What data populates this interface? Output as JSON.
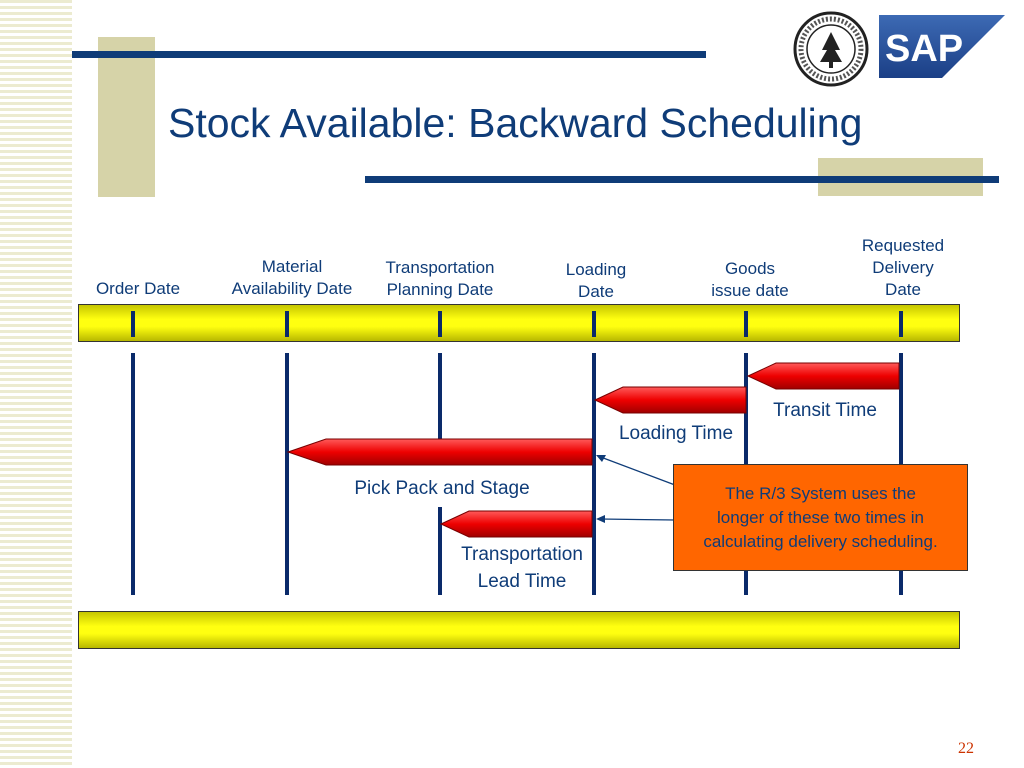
{
  "title": "Stock Available:  Backward Scheduling",
  "logos": {
    "university_seal": "university-seal",
    "sap_text": "SAP"
  },
  "milestones": [
    {
      "label": "Order Date"
    },
    {
      "label": "Material\nAvailability Date"
    },
    {
      "label": "Transportation\nPlanning Date"
    },
    {
      "label": "Loading\nDate"
    },
    {
      "label": "Goods\nissue date"
    },
    {
      "label": "Requested\nDelivery\nDate"
    }
  ],
  "durations": {
    "transit": "Transit Time",
    "loading": "Loading Time",
    "pick_pack": "Pick Pack and Stage",
    "transportation_lead": "Transportation\nLead Time"
  },
  "note": "The  R/3 System uses the\nlonger of these two times in\ncalculating delivery scheduling.",
  "page_number": "22",
  "colors": {
    "title": "#0f3c78",
    "arrow": "#ee0000",
    "bar": "#ffff10",
    "note_bg": "#ff6600",
    "accent_bar": "#0f3c78",
    "accent_block": "#d6d3a8"
  }
}
